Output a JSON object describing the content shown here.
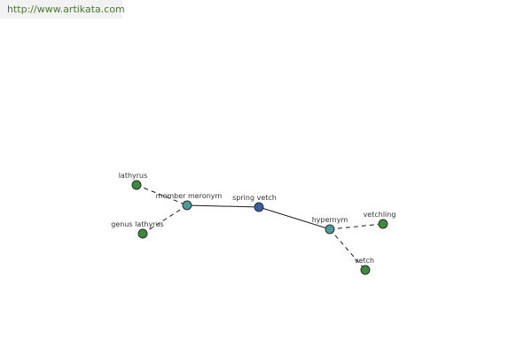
{
  "watermark": {
    "text": "http://www.artikata.com"
  },
  "colors": {
    "center_node": "#3b5ea0",
    "relation_node": "#4c9a9a",
    "word_node": "#3e8a3e",
    "watermark_text": "#4a7a2e"
  },
  "nodes": [
    {
      "id": "spring-vetch",
      "label": "spring vetch",
      "kind": "center"
    },
    {
      "id": "member-meronym",
      "label": "member meronym",
      "kind": "relation"
    },
    {
      "id": "hypernym",
      "label": "hypernym",
      "kind": "relation"
    },
    {
      "id": "lathyrus",
      "label": "lathyrus",
      "kind": "word"
    },
    {
      "id": "genus-lathyrus",
      "label": "genus lathyrus",
      "kind": "word"
    },
    {
      "id": "vetchling",
      "label": "vetchling",
      "kind": "word"
    },
    {
      "id": "vetch",
      "label": "vetch",
      "kind": "word"
    }
  ],
  "edges": [
    {
      "from": "member-meronym",
      "to": "spring-vetch",
      "style": "solid"
    },
    {
      "from": "spring-vetch",
      "to": "hypernym",
      "style": "solid"
    },
    {
      "from": "lathyrus",
      "to": "member-meronym",
      "style": "dashed"
    },
    {
      "from": "genus-lathyrus",
      "to": "member-meronym",
      "style": "dashed"
    },
    {
      "from": "hypernym",
      "to": "vetchling",
      "style": "dashed"
    },
    {
      "from": "hypernym",
      "to": "vetch",
      "style": "dashed"
    }
  ]
}
